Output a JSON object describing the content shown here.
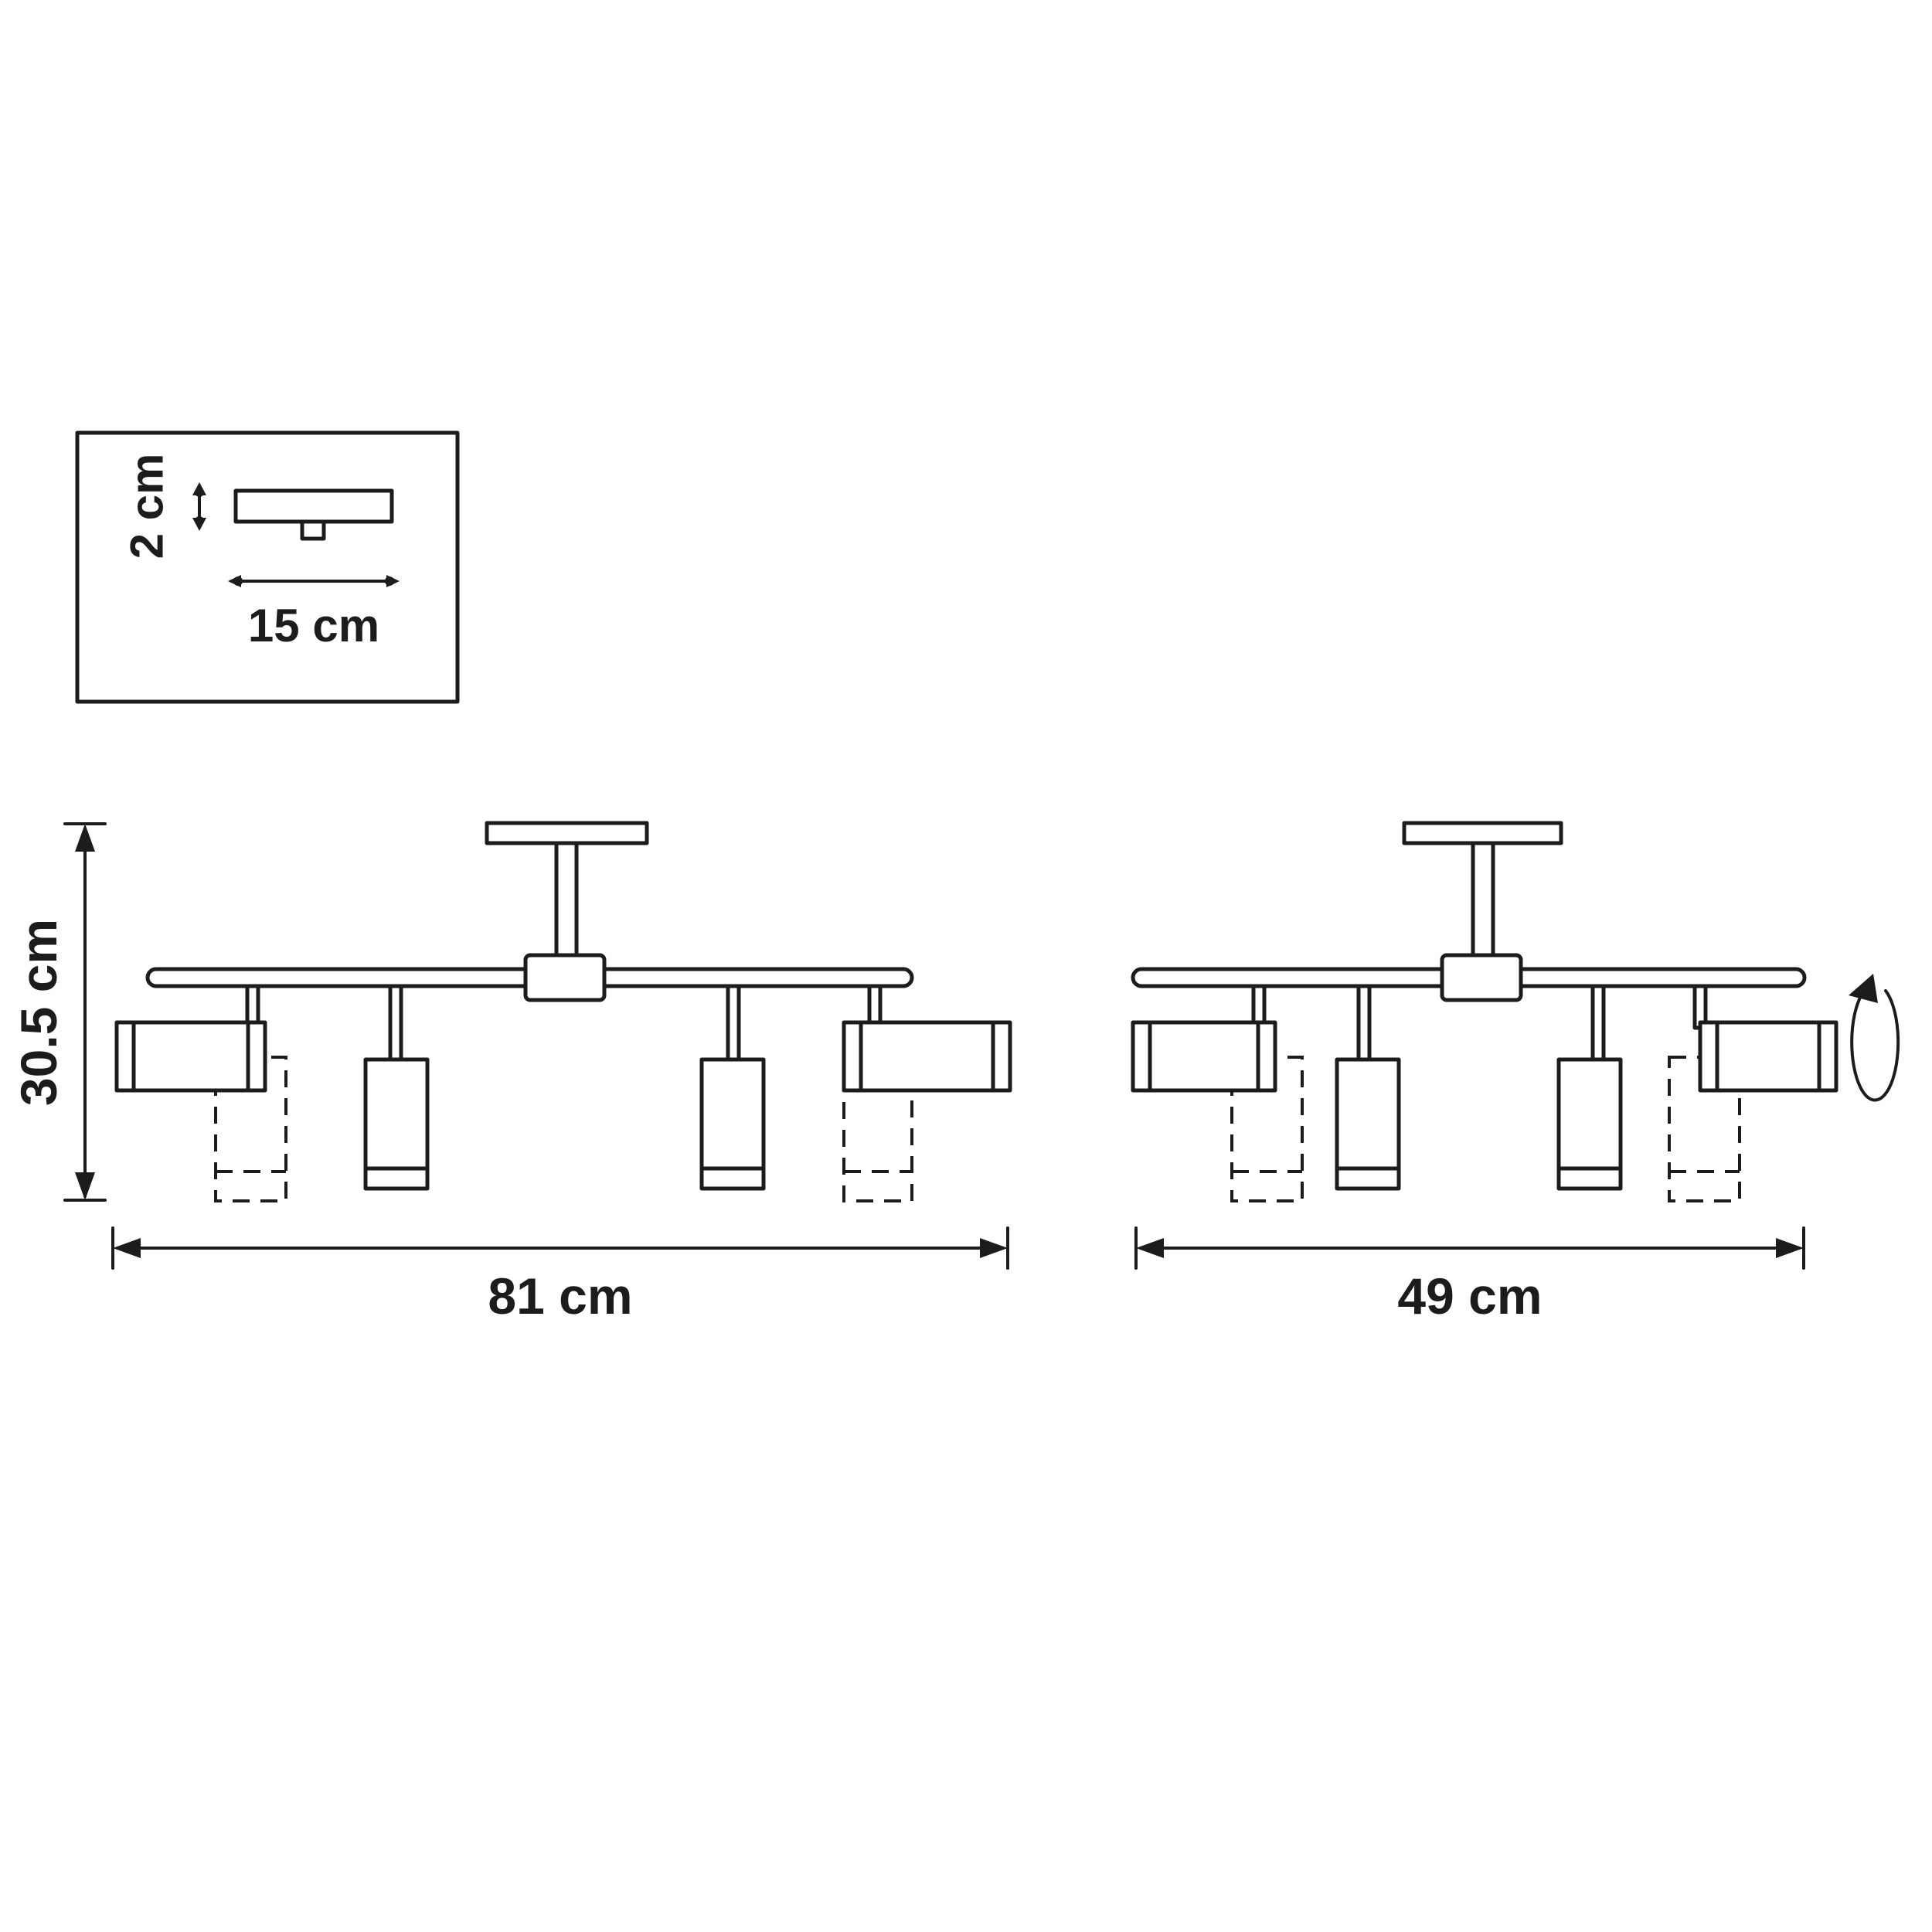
{
  "colors": {
    "line": "#1c1c1c",
    "background": "#ffffff"
  },
  "detail_inset": {
    "height_label": "2 cm",
    "width_label": "15 cm"
  },
  "left_view": {
    "height_label": "30.5 cm",
    "width_label": "81 cm"
  },
  "right_view": {
    "width_label": "49 cm"
  }
}
